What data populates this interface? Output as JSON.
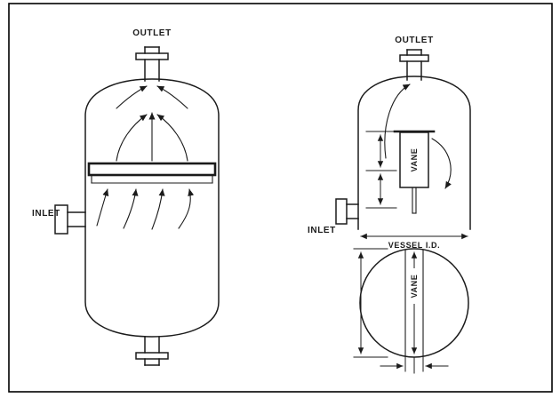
{
  "figure": {
    "left": {
      "outlet_label": "OUTLET",
      "inlet_label": "INLET"
    },
    "right": {
      "outlet_label": "OUTLET",
      "inlet_label": "INLET",
      "vane_label": "VANE",
      "vessel_id_label": "VESSEL I.D."
    },
    "plan": {
      "vane_label": "VANE"
    }
  },
  "colors": {
    "ink": "#1b1b1b",
    "background": "#ffffff",
    "frame": "#000000"
  }
}
